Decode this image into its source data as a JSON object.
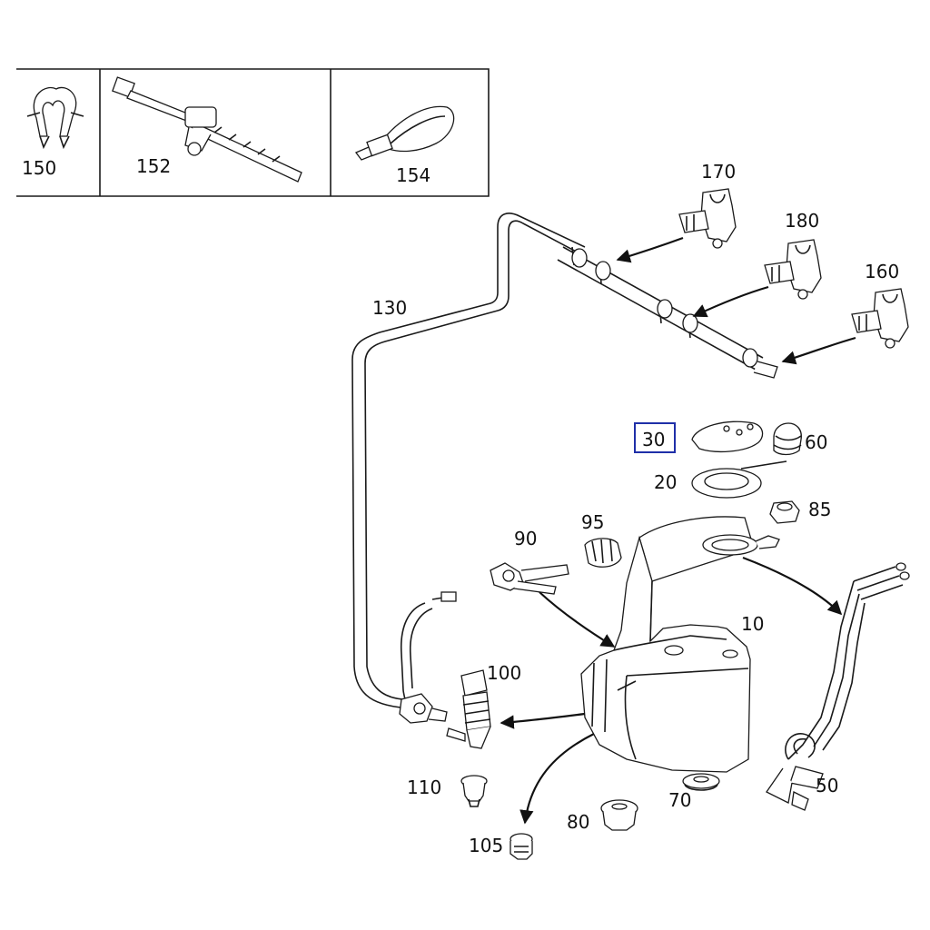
{
  "parts_diagram": {
    "inset_labels": [
      "150",
      "152",
      "154"
    ],
    "highlighted_label": "30",
    "labels": {
      "p170": "170",
      "p180": "180",
      "p160": "160",
      "p130": "130",
      "p60": "60",
      "p20": "20",
      "p85": "85",
      "p90": "90",
      "p95": "95",
      "p10": "10",
      "p100": "100",
      "p110": "110",
      "p105": "105",
      "p80": "80",
      "p70": "70",
      "p50": "50"
    },
    "colors": {
      "line": "#1a1a1a",
      "highlight": "#1f2fa8",
      "background": "#ffffff"
    }
  }
}
